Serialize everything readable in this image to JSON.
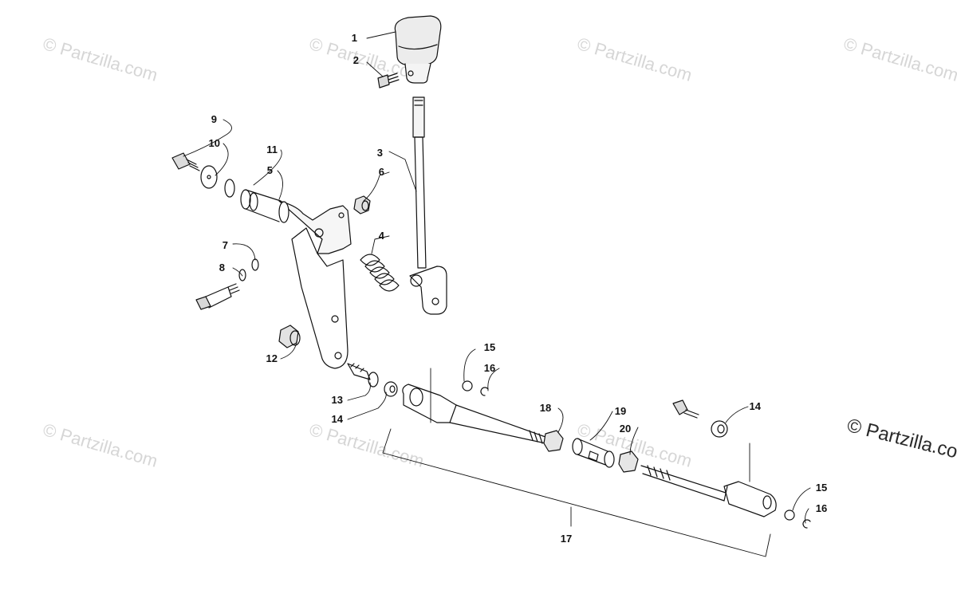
{
  "watermark": {
    "text": "© Partzilla.com",
    "corner_text": "© Partzilla.com"
  },
  "callouts": [
    "1",
    "2",
    "3",
    "4",
    "5",
    "6",
    "7",
    "8",
    "9",
    "10",
    "11",
    "12",
    "13",
    "14",
    "14",
    "15",
    "15",
    "16",
    "16",
    "17",
    "18",
    "19",
    "20"
  ],
  "labels": {
    "l1": "1",
    "l2": "2",
    "l3": "3",
    "l4": "4",
    "l5": "5",
    "l6": "6",
    "l7": "7",
    "l8": "8",
    "l9": "9",
    "l10": "10",
    "l11": "11",
    "l12": "12",
    "l13": "13",
    "l14a": "14",
    "l14b": "14",
    "l15a": "15",
    "l15b": "15",
    "l16a": "16",
    "l16b": "16",
    "l17": "17",
    "l18": "18",
    "l19": "19",
    "l20": "20"
  }
}
